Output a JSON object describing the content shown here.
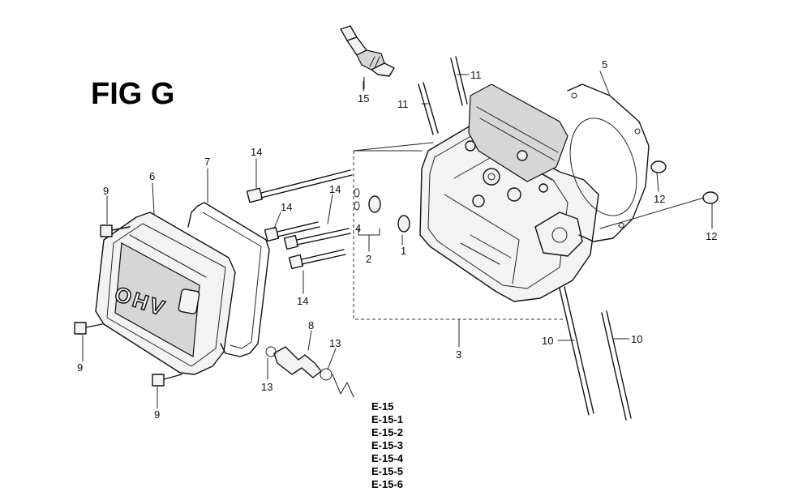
{
  "figure": {
    "title": "FIG G"
  },
  "embossing": {
    "cover_text": "OHV"
  },
  "callouts": {
    "c1": "1",
    "c2": "2",
    "c3": "3",
    "c4": "4",
    "c5": "5",
    "c6": "6",
    "c7": "7",
    "c8": "8",
    "c9": "9",
    "c10": "10",
    "c11": "11",
    "c12": "12",
    "c13": "13",
    "c14": "14",
    "c15": "15"
  },
  "references": [
    "E-15",
    "E-15-1",
    "E-15-2",
    "E-15-3",
    "E-15-4",
    "E-15-5",
    "E-15-6"
  ]
}
